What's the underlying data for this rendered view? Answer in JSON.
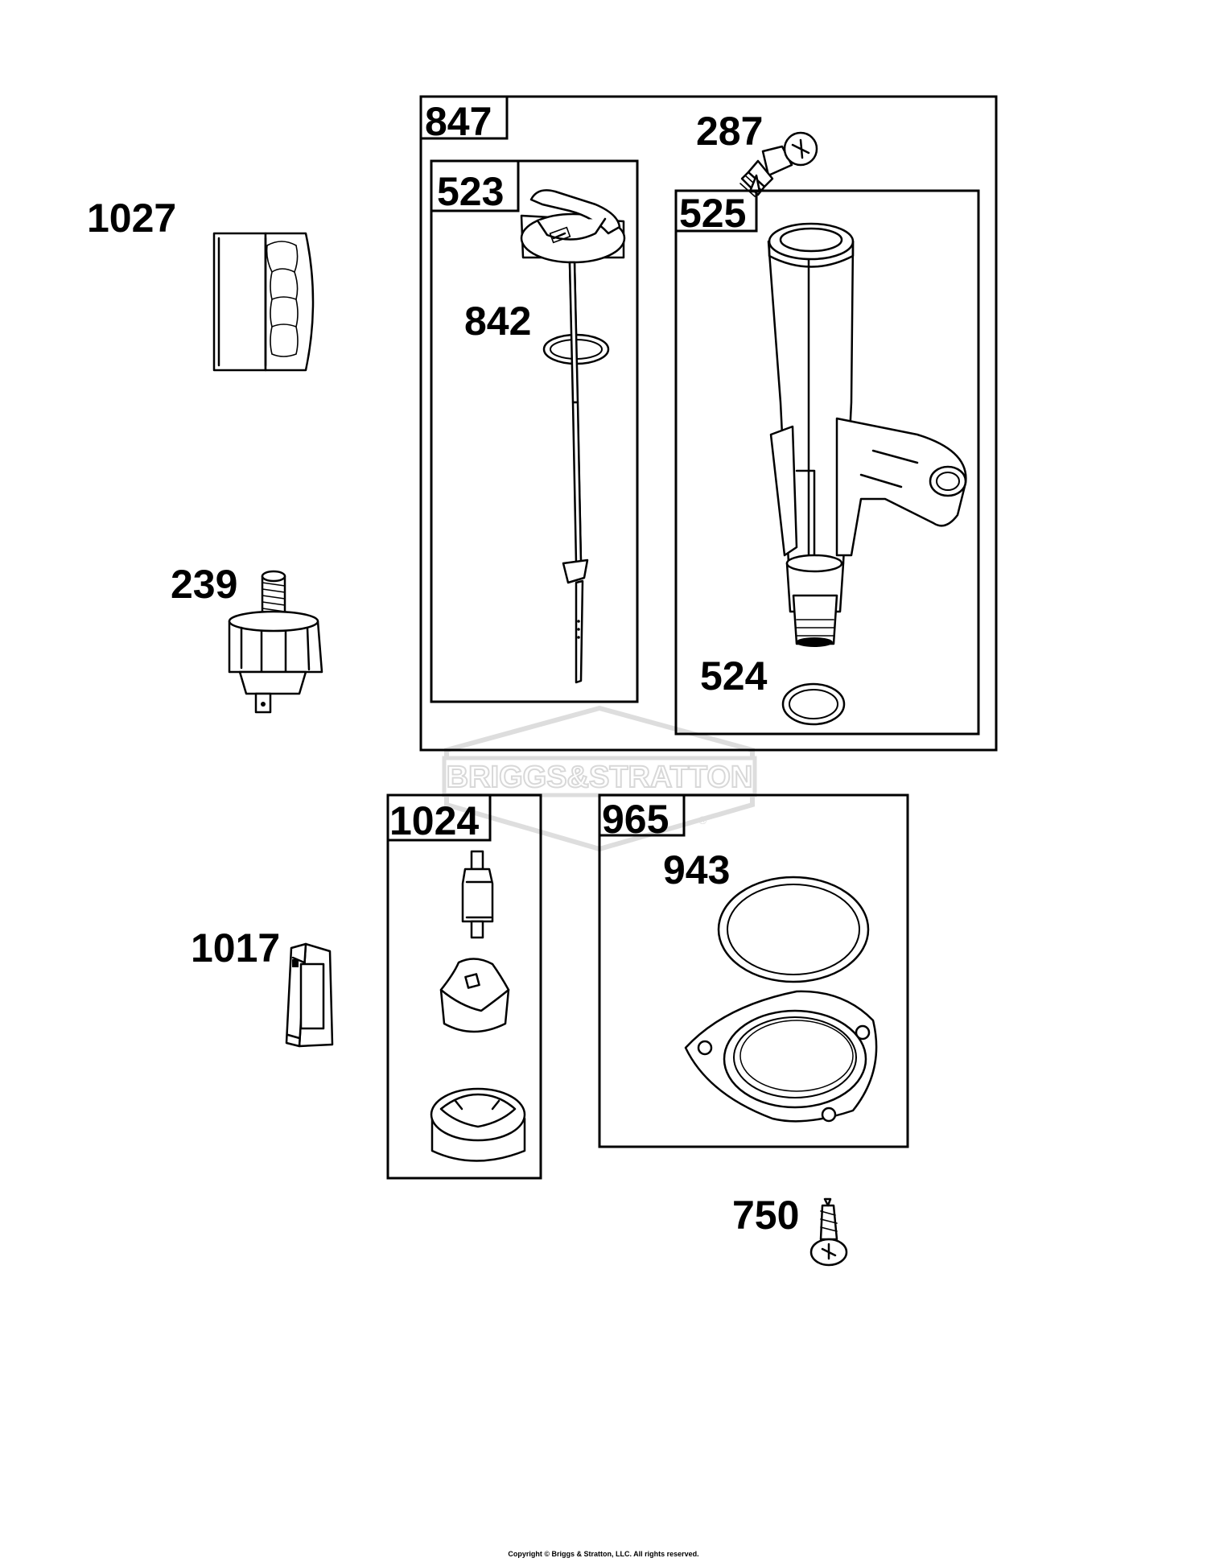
{
  "watermark": {
    "brand": "BRIGGS&STRATTON",
    "registered": "®"
  },
  "parts": {
    "p1027": "1027",
    "p239": "239",
    "p1017": "1017",
    "p847": "847",
    "p523": "523",
    "p842": "842",
    "p287": "287",
    "p525": "525",
    "p524": "524",
    "p1024": "1024",
    "p965": "965",
    "p943": "943",
    "p750": "750"
  },
  "footer": {
    "copyright": "Copyright © Briggs & Stratton, LLC. All rights reserved."
  }
}
